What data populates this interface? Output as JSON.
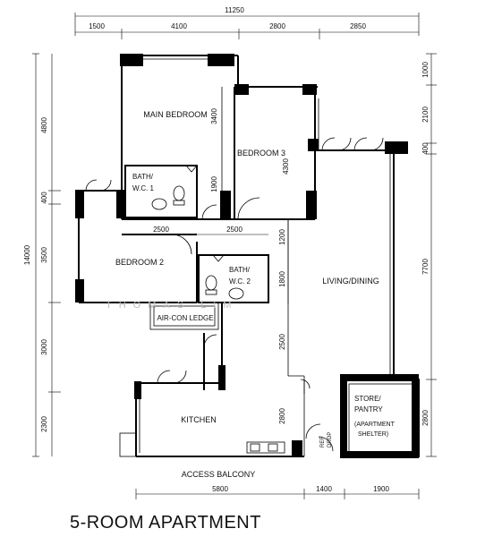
{
  "title": "5-ROOM APARTMENT",
  "watermark": "THOMAS LIM",
  "dimensions_top": {
    "total": "11250",
    "segments": [
      "1500",
      "4100",
      "2800",
      "2850"
    ]
  },
  "dimensions_right": [
    "1000",
    "2100",
    "400",
    "7700",
    "2800"
  ],
  "dimensions_left": {
    "total": "14000",
    "segments": [
      "4800",
      "400",
      "3500",
      "3000",
      "2300"
    ]
  },
  "dimensions_bottom": [
    "5800",
    "1400",
    "1900"
  ],
  "dimensions_interior": {
    "main_bedroom_depth": "3400",
    "bath1_depth": "1900",
    "bedroom3_depth": "4300",
    "bedroom2_width": "2500",
    "bath2_width": "2500",
    "bath2_offset": "1200",
    "bath2_depth": "1800",
    "corridor": "2500",
    "kitchen_depth": "2800"
  },
  "rooms": {
    "main_bedroom": "MAIN BEDROOM",
    "bath1_line1": "BATH/",
    "bath1_line2": "W.C. 1",
    "bedroom3": "BEDROOM 3",
    "bedroom2": "BEDROOM 2",
    "bath2_line1": "BATH/",
    "bath2_line2": "W.C. 2",
    "living_dining": "LIVING/DINING",
    "aircon_ledge": "AIR-CON LEDGE",
    "kitchen": "KITCHEN",
    "store_line1": "STORE/",
    "store_line2": "PANTRY",
    "store_line3": "(APARTMENT",
    "store_line4": "SHELTER)",
    "access_balcony": "ACCESS BALCONY",
    "refuse_line1": "REF",
    "refuse_line2": "DROP"
  }
}
